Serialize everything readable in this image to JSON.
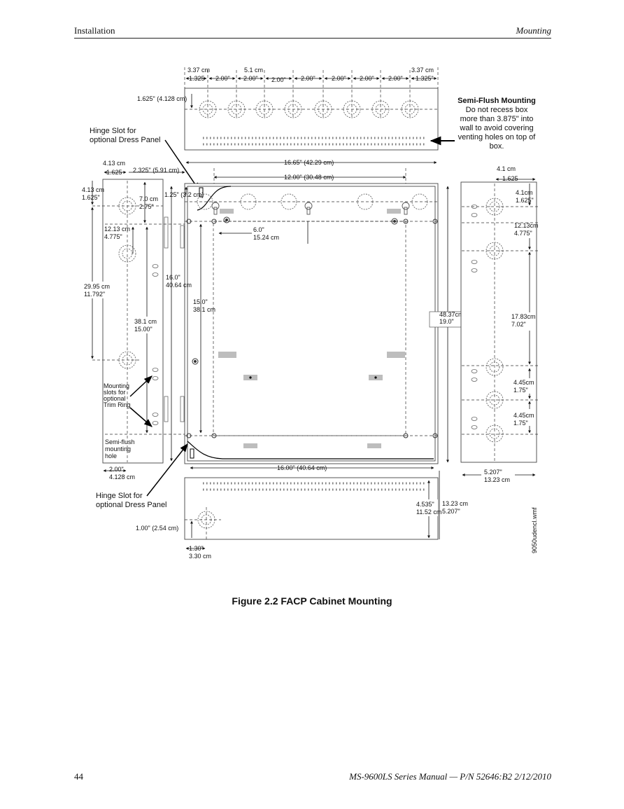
{
  "header": {
    "section": "Installation",
    "topic": "Mounting"
  },
  "footer": {
    "page": "44",
    "manual": "MS-9600LS Series Manual — P/N 52646:B2  2/12/2010"
  },
  "figure": {
    "caption": "Figure 2.2  FACP Cabinet Mounting",
    "file_id": "9050udencl.wmf",
    "notes": {
      "semi_flush_title": "Semi-Flush Mounting",
      "semi_flush_line1": "Do not recess box",
      "semi_flush_line2": "more than 3.875\" into",
      "semi_flush_line3": "wall to avoid covering",
      "semi_flush_line4": "venting holes on top of",
      "semi_flush_line5": "box.",
      "hinge_top_1": "Hinge Slot for",
      "hinge_top_2": "optional Dress Panel",
      "hinge_bot_1": "Hinge Slot for",
      "hinge_bot_2": "optional Dress Panel",
      "mount_slots_1": "Mounting",
      "mount_slots_2": "slots for",
      "mount_slots_3": "optional",
      "mount_slots_4": "Trim Ring",
      "semi_flush_hole_1": "Semi-flush",
      "semi_flush_hole_2": "mounting",
      "semi_flush_hole_3": "hole"
    },
    "dims": {
      "top_337cm_l": "3.37 cm",
      "top_1325_l": "1.325",
      "top_51cm": "5.1 cm",
      "top_200_a": "2.00\"",
      "top_200_b": "2.00\"",
      "top_200_c": "2.00\"",
      "top_200_d": "2.00\"",
      "top_200_e": "2.00\"",
      "top_200_f": "2.00\"",
      "top_200_g": "2.00\"",
      "top_337cm_r": "3.37 cm",
      "top_1325_r": "1.325\"",
      "top_1625": "1.625\" (4.128 cm)",
      "w_1665": "16.65\" (42.29 cm)",
      "w_1200": "12.00\" (30.48 cm)",
      "l_413cm": "4.13  cm",
      "l_1625": "1.625",
      "l_2325": "2.325\" (5.91 cm)",
      "l_125": "1.25\" (3.2 cm)",
      "l_413cm_b": "4.13 cm",
      "l_1625_b": "1.625\"",
      "l_70cm": "7.0 cm",
      "l_275": "2.75\"",
      "l_1213cm": "12.13 cm",
      "l_4775": "4.775\"",
      "l_2995cm": "29.95 cm",
      "l_11792": "11.792\"",
      "l_381cm": "38.1 cm",
      "l_1500": "15.00\"",
      "l_160": "16.0\"",
      "l_4064": "40.64 cm",
      "c_150": "15.0\"",
      "c_381": "38.1 cm",
      "c_60": "6.0\"",
      "c_1524": "15.24 cm",
      "l_200": "2.00\"",
      "l_4128": "4.128  cm",
      "h_4837": "48.37cm",
      "h_190": "19.0\"",
      "r_41cm": "4.1 cm",
      "r_1625": "1.625",
      "r_41cm_b": "4.1cm",
      "r_1625_b": "1.625\"",
      "r_1213cm": "12.13cm",
      "r_4775": "4.775\"",
      "r_1783cm": "17.83cm",
      "r_702": "7.02\"",
      "r_445cm_a": "4.45cm",
      "r_175_a": "1.75\"",
      "r_445cm_b": "4.45cm",
      "r_175_b": "1.75\"",
      "r_5207": "5.207\"",
      "r_1323": "13.23 cm",
      "b_1600": "16.00\" (40.64 cm)",
      "b_4535": "4.535\"",
      "b_1152": "11.52 cm",
      "b_1323": "13.23 cm",
      "b_5207": "5.207\"",
      "b_100": "1.00\" (2.54 cm)",
      "b_130": "1.30\"",
      "b_330": "3.30 cm"
    }
  }
}
